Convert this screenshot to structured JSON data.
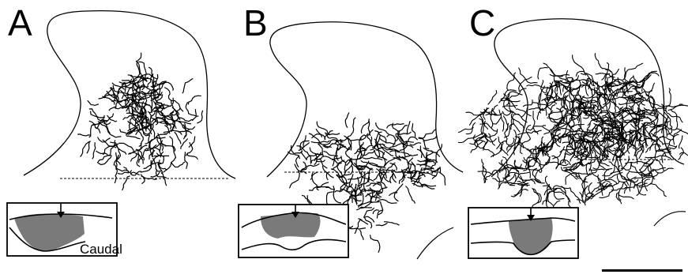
{
  "panels": [
    {
      "letter": "A",
      "inset_label": "Caudal"
    },
    {
      "letter": "B",
      "inset_label": ""
    },
    {
      "letter": "C",
      "inset_label": ""
    }
  ],
  "colors": {
    "stroke": "#000000",
    "shaded_region": "#7a7a7a",
    "background": "#ffffff"
  },
  "icons": {
    "arrow": "down-arrow-icon"
  }
}
